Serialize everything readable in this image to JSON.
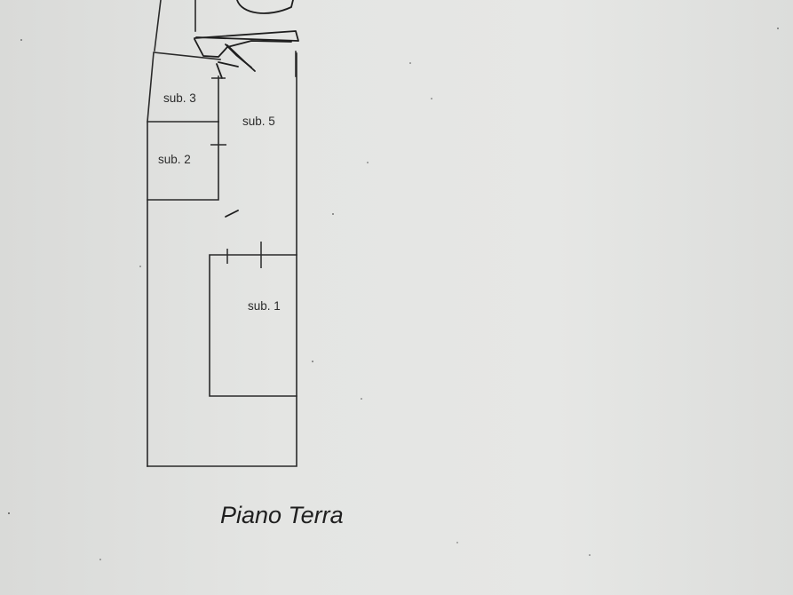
{
  "rooms": {
    "sub1": "sub. 1",
    "sub2": "sub. 2",
    "sub3": "sub. 3",
    "sub5": "sub. 5"
  },
  "floor_title": "Piano Terra",
  "colors": {
    "paper": "#e2e3e1",
    "ink": "#2a2a2a"
  }
}
